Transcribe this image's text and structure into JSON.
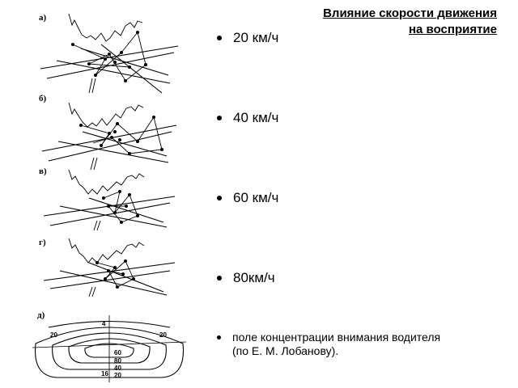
{
  "title_line1": "Влияние скорости движения",
  "title_line2": "на восприятие",
  "bullets": [
    "20 км/ч",
    "40 км/ч",
    "60 км/ч",
    "80км/ч"
  ],
  "note": "поле концентрации внимания водителя (по Е. М. Лобанову).",
  "figure": {
    "panels": [
      "а)",
      "б)",
      "в)",
      "г)",
      "д)"
    ],
    "field_numbers": [
      "20",
      "20",
      "4",
      "60",
      "80",
      "40",
      "20",
      "16"
    ]
  }
}
